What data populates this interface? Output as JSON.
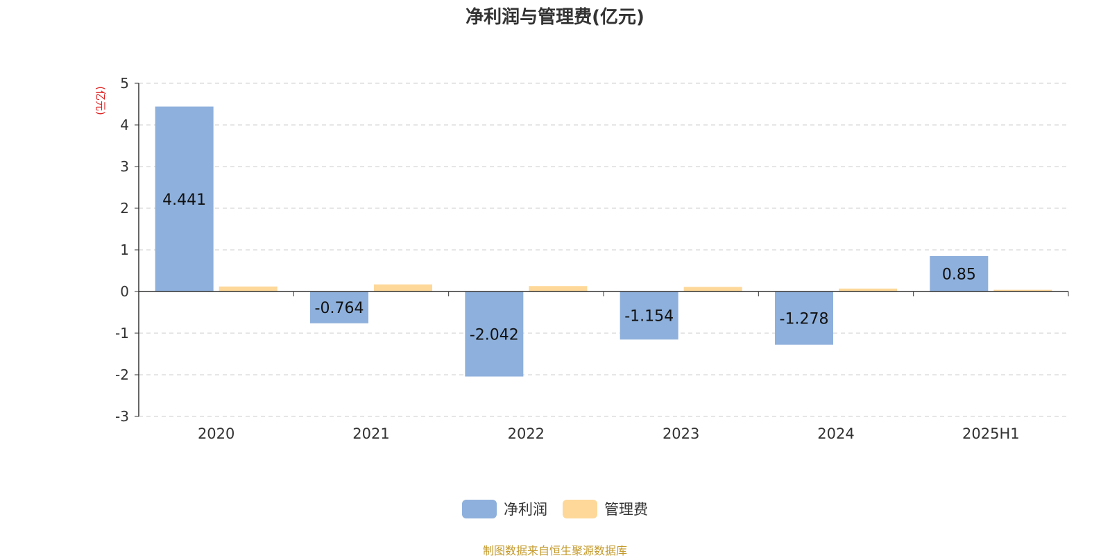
{
  "chart_data": {
    "type": "bar",
    "title": "净利润与管理费(亿元)",
    "ylabel": "(亿元)",
    "categories": [
      "2020",
      "2021",
      "2022",
      "2023",
      "2024",
      "2025H1"
    ],
    "series": [
      {
        "name": "净利润",
        "color": "#8eb0dc",
        "values": [
          4.441,
          -0.764,
          -2.042,
          -1.154,
          -1.278,
          0.85
        ]
      },
      {
        "name": "管理费",
        "color": "#fdd899",
        "values": [
          0.12,
          0.17,
          0.13,
          0.11,
          0.07,
          0.04
        ]
      }
    ],
    "data_labels": [
      "4.441",
      "-0.764",
      "-2.042",
      "-1.154",
      "-1.278",
      "0.85"
    ],
    "ylim": [
      -3,
      5
    ],
    "yticks": [
      "5",
      "4",
      "3",
      "2",
      "1",
      "0",
      "-1",
      "-2",
      "-3"
    ],
    "grid": true,
    "legend_position": "bottom-center"
  },
  "footer": {
    "source": "制图数据来自恒生聚源数据库"
  }
}
